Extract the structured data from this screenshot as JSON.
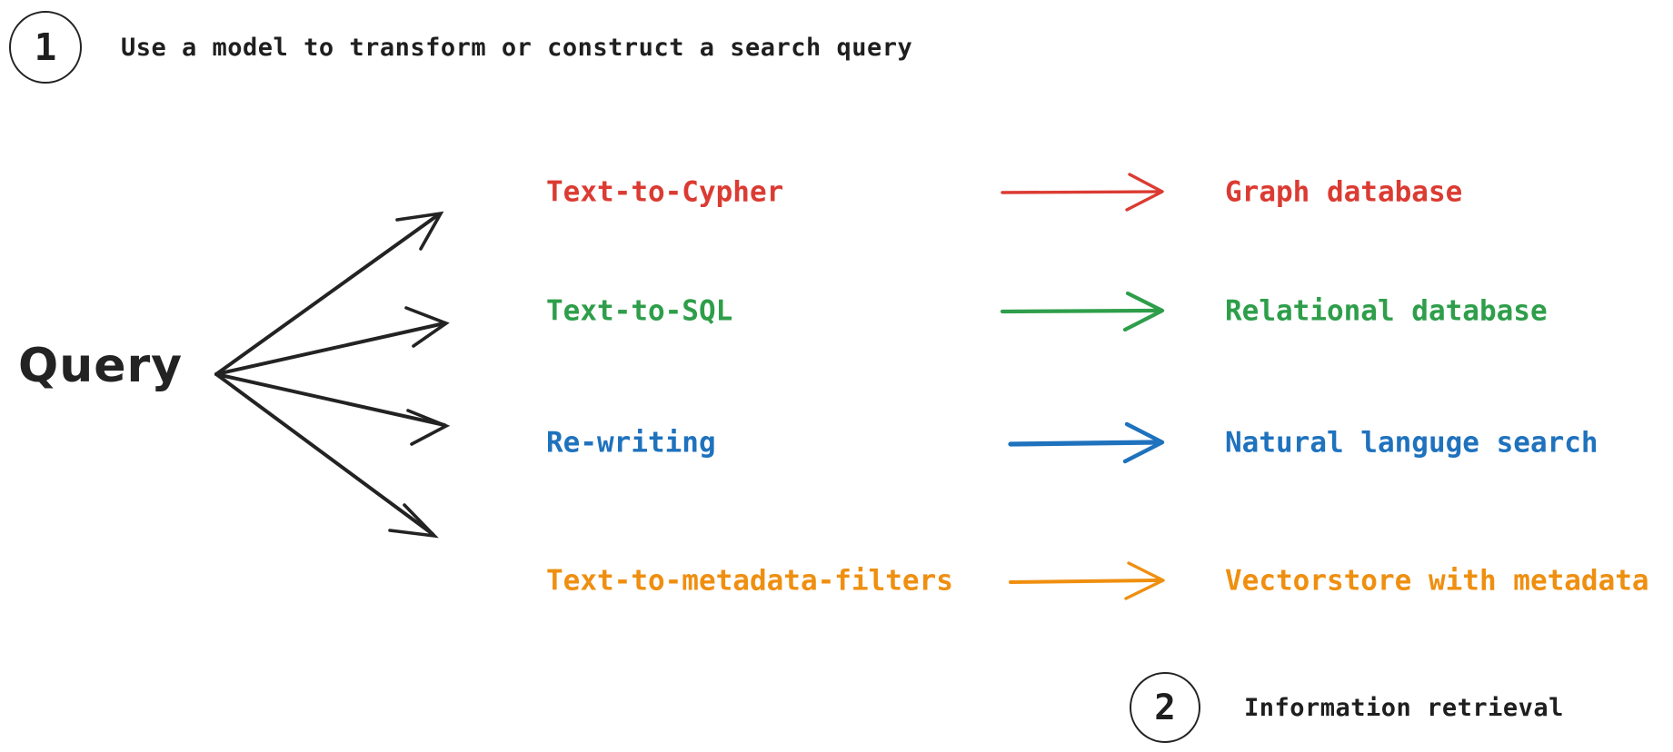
{
  "steps": [
    {
      "number": "1",
      "text": "Use a model to transform or construct a search query"
    },
    {
      "number": "2",
      "text": "Information retrieval"
    }
  ],
  "source": {
    "label": "Query"
  },
  "colors": {
    "red": "#db3b32",
    "green": "#2e9e4a",
    "blue": "#1f72bd",
    "orange": "#ef8f10",
    "ink": "#232323"
  },
  "rows": [
    {
      "technique": "Text-to-Cypher",
      "target": "Graph database",
      "color": "#db3b32",
      "arrow_icon": "right-arrow-icon"
    },
    {
      "technique": "Text-to-SQL",
      "target": "Relational database",
      "color": "#2e9e4a",
      "arrow_icon": "right-arrow-icon"
    },
    {
      "technique": "Re-writing",
      "target": "Natural languge search",
      "color": "#1f72bd",
      "arrow_icon": "right-arrow-icon"
    },
    {
      "technique": "Text-to-metadata-filters",
      "target": "Vectorstore with metadata",
      "color": "#ef8f10",
      "arrow_icon": "right-arrow-icon"
    }
  ]
}
